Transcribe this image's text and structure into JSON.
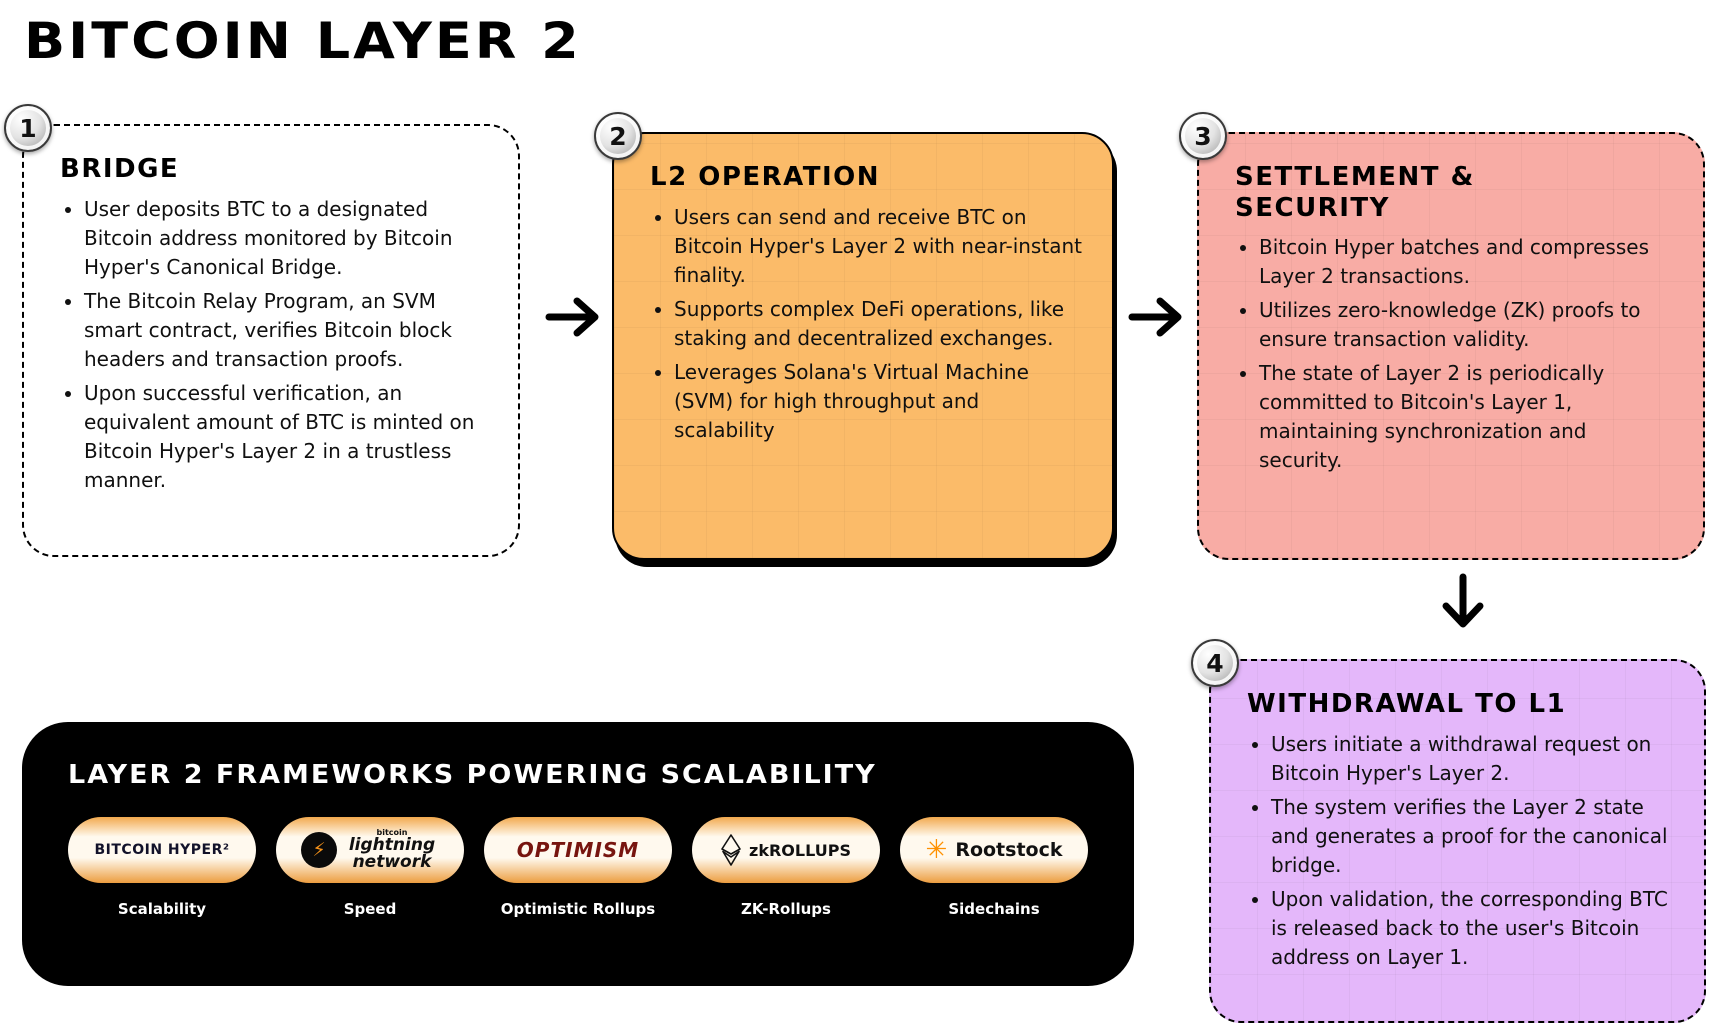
{
  "title": "BITCOIN LAYER 2",
  "colors": {
    "card_l2": "#FBBB69",
    "card_settlement": "#F8ACA5",
    "card_withdrawal": "#E4B7FA",
    "panel": "#000000",
    "pill_orange": "#EC9D3F",
    "lightning_orange": "#F7931A",
    "optimism_red": "#77150F",
    "rootstock_orange": "#FF9100"
  },
  "cards": [
    {
      "number": "1",
      "title": "BRIDGE",
      "bullets": [
        "User deposits BTC to a designated Bitcoin address monitored by Bitcoin Hyper's Canonical Bridge.",
        "The Bitcoin Relay Program, an SVM smart contract, verifies Bitcoin block headers and transaction proofs.",
        "Upon successful verification, an equivalent amount of BTC is minted on Bitcoin Hyper's Layer 2 in a trustless manner."
      ]
    },
    {
      "number": "2",
      "title": "L2 OPERATION",
      "bullets": [
        "Users can send and receive BTC on Bitcoin Hyper's Layer 2 with near-instant finality.",
        "Supports complex DeFi operations, like staking and decentralized exchanges.",
        "Leverages Solana's Virtual Machine (SVM) for high throughput and scalability"
      ]
    },
    {
      "number": "3",
      "title": "SETTLEMENT & SECURITY",
      "bullets": [
        "Bitcoin Hyper batches and compresses Layer 2 transactions.",
        "Utilizes zero-knowledge (ZK) proofs to ensure transaction validity.",
        "The state of Layer 2 is periodically committed to Bitcoin's Layer 1, maintaining synchronization and security."
      ]
    },
    {
      "number": "4",
      "title": "WITHDRAWAL TO L1",
      "bullets": [
        "Users initiate a withdrawal request on Bitcoin Hyper's Layer 2.",
        "The system verifies the Layer 2 state and generates a proof for the canonical bridge.",
        "Upon validation, the corresponding BTC is released back to the user's Bitcoin address on Layer 1."
      ]
    }
  ],
  "frameworks": {
    "title": "LAYER 2 FRAMEWORKS POWERING SCALABILITY",
    "items": [
      {
        "text": "BITCOIN HYPER²",
        "label": "Scalability"
      },
      {
        "top_text": "bitcoin",
        "text": "lightning network",
        "label": "Speed"
      },
      {
        "text": "OPTIMISM",
        "label": "Optimistic Rollups"
      },
      {
        "text": "zkROLLUPS",
        "label": "ZK-Rollups"
      },
      {
        "text": "Rootstock",
        "label": "Sidechains"
      }
    ]
  }
}
